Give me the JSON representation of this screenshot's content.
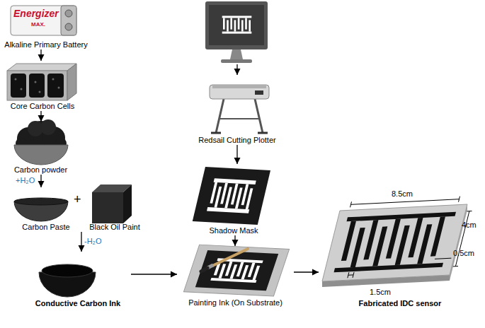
{
  "diagram": {
    "nodes": [
      {
        "text": [
          "Alkaline Primary Battery"
        ]
      },
      {
        "text": [
          "Core Carbon Cells"
        ]
      },
      {
        "text": [
          "Carbon powder"
        ]
      },
      {
        "text": [
          "Carbon Paste"
        ]
      },
      {
        "text": [
          "Black Oil Paint"
        ]
      },
      {
        "text": [
          "Conductive Carbon Ink"
        ]
      },
      {
        "text": [
          "Redsail Cutting Plotter"
        ]
      },
      {
        "text": [
          "Shadow Mask"
        ]
      },
      {
        "text": [
          "Painting Ink (On Substrate)"
        ]
      },
      {
        "text": [
          "Fabricated IDC sensor"
        ]
      }
    ],
    "edges": [
      {
        "from": 0,
        "to": 1,
        "arrow": "to"
      },
      {
        "from": 1,
        "to": 2,
        "arrow": "to"
      },
      {
        "from": 2,
        "to": 3,
        "arrow": "to",
        "label": "+H₂O"
      },
      {
        "from": 3,
        "to": 5,
        "arrow": "to",
        "label": "-H₂O"
      },
      {
        "from": 5,
        "to": 8,
        "arrow": "to"
      },
      {
        "from": 6,
        "to": 7,
        "arrow": "to"
      },
      {
        "from": 7,
        "to": 8,
        "arrow": "to"
      },
      {
        "from": 8,
        "to": 9,
        "arrow": "to"
      }
    ],
    "labels": [
      "Energizer",
      "MAX.",
      "+",
      "8.5cm",
      "4cm",
      "1.5cm",
      "0.5cm"
    ]
  }
}
